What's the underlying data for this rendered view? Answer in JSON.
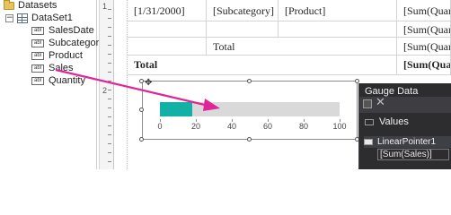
{
  "tree": {
    "datasets_label": "Datasets",
    "dataset_name": "DataSet1",
    "fields": [
      "SalesDate",
      "Subcategory",
      "Product",
      "Sales",
      "Quantity"
    ]
  },
  "ruler": {
    "marks": [
      "1",
      "2"
    ]
  },
  "table": {
    "row1": [
      "[1/31/2000]",
      "[Subcategory]",
      "[Product]",
      "[Sum(Quan"
    ],
    "row2": [
      "[Sum(Quan"
    ],
    "row3": [
      "Total",
      "[Sum(Quan"
    ],
    "row4": [
      "Total",
      "[Sum(Quan"
    ]
  },
  "gauge": {
    "pointer_value": 10,
    "scale_min": 0,
    "scale_max": 100,
    "scale_labels": [
      "0",
      "20",
      "40",
      "60",
      "80",
      "100"
    ],
    "move_glyph": "✥"
  },
  "gauge_data": {
    "title": "Gauge Data",
    "delete_glyph": "✕",
    "section_label": "Values",
    "pointer_name": "LinearPointer1",
    "pointer_value": "[Sum(Sales)]"
  },
  "colors": {
    "pointer": "#13b0a5",
    "track": "#d9d9d9",
    "arrow": "#e0259a",
    "panel_bg": "#2d2d30"
  }
}
